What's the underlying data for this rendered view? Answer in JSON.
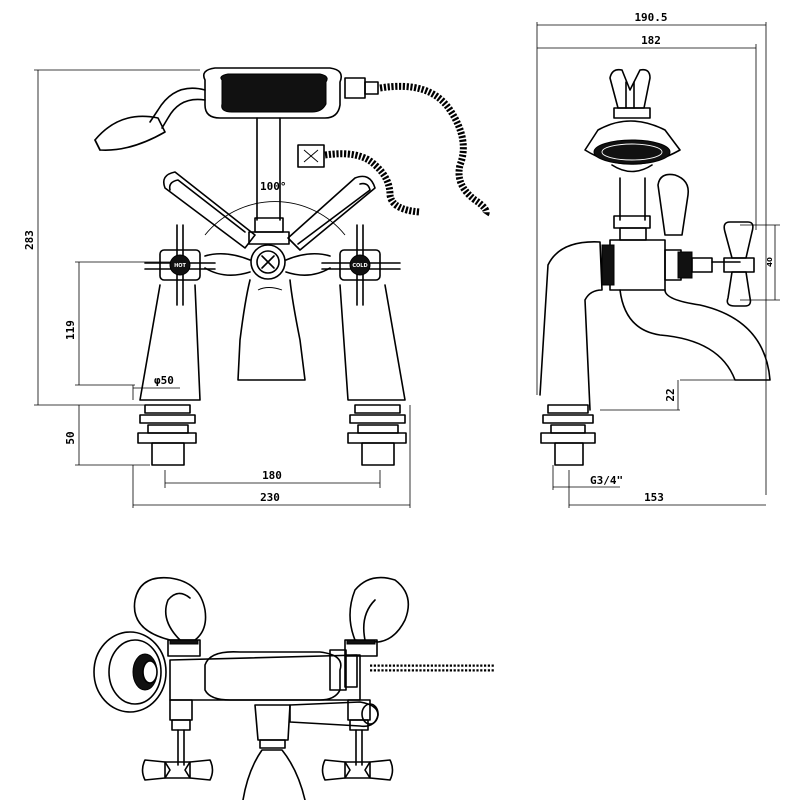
{
  "dimensions": {
    "total_width": "190.5",
    "body_width": "182",
    "height": "283",
    "angle": "100°",
    "valve_height": "119",
    "diameter": "φ50",
    "shank_length": "50",
    "centres": "180",
    "overall_width": "230",
    "spout_gap": "22",
    "thread": "G3/4\"",
    "projection": "153",
    "handle_drop": "40"
  },
  "labels": {
    "hot": "HOT",
    "cold": "COLD"
  }
}
